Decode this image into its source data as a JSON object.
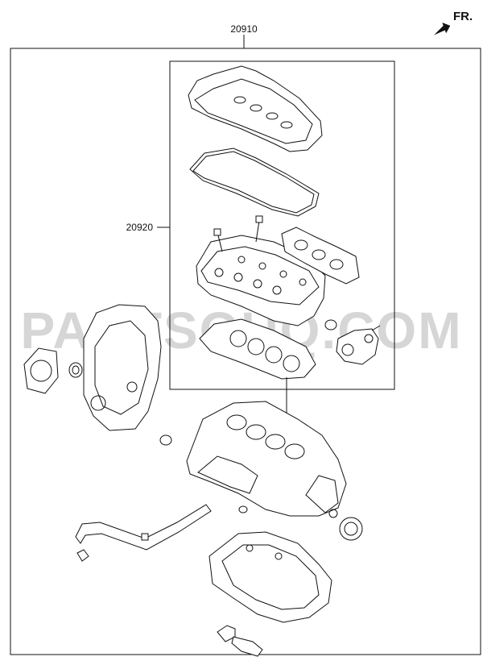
{
  "diagram": {
    "direction_label": "FR.",
    "assembly_label": "20910",
    "subassembly_label": "20920",
    "watermark": "PARTSOUQ.COM"
  },
  "colors": {
    "line": "#111111",
    "watermark": "#d6d6d6",
    "background": "#ffffff"
  }
}
